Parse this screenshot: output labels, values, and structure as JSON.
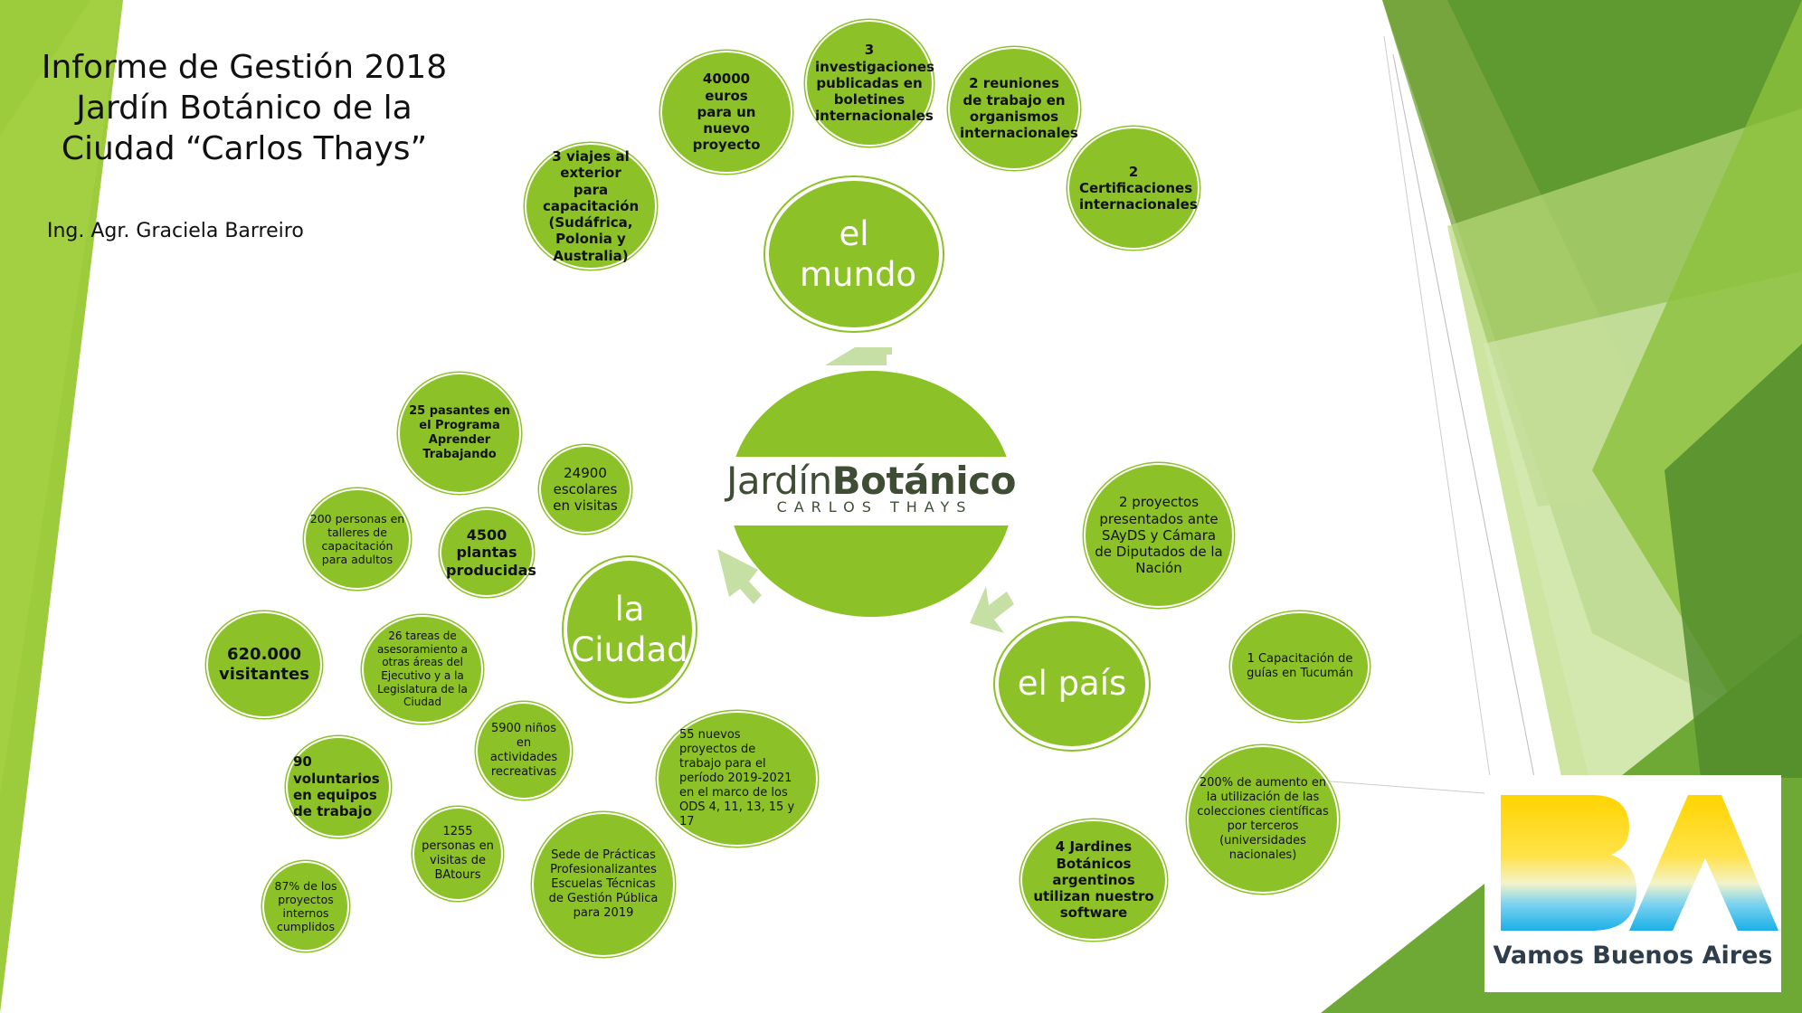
{
  "header": {
    "title_lines": [
      "Informe de Gestión 2018",
      "Jardín Botánico de la",
      "Ciudad “Carlos Thays”"
    ],
    "author": "Ing. Agr. Graciela Barreiro"
  },
  "center_logo": {
    "name_part1": "Jardín",
    "name_part2": "Botánico",
    "subtitle": "CARLOS THAYS"
  },
  "hubs": {
    "mundo": "el mundo",
    "ciudad": "la Ciudad",
    "pais": "el país"
  },
  "mundo_items": {
    "viajes": "3 viajes al exterior para capacitación (Sudáfrica, Polonia y Australia)",
    "euros": "40000 euros para un nuevo proyecto",
    "investigaciones": "3 investigaciones publicadas en boletines internacionales",
    "reuniones": "2 reuniones de trabajo en organismos internacionales",
    "certificaciones": "2 Certificaciones internacionales"
  },
  "ciudad_items": {
    "pasantes": "25 pasantes en el Programa Aprender Trabajando",
    "escolares": "24900 escolares en visitas",
    "talleres": "200 personas en talleres de capacitación para adultos",
    "plantas": "4500 plantas producidas",
    "visitantes": "620.000 visitantes",
    "tareas": "26 tareas de asesoramiento a otras áreas del Ejecutivo y a la Legislatura de la Ciudad",
    "ninos": "5900 niños en actividades recreativas",
    "proyectos55": "55 nuevos proyectos de trabajo para el período 2019-2021 en el marco de los ODS 4, 11, 13, 15 y 17",
    "voluntarios": "90 voluntarios en equipos de trabajo",
    "batours": "1255 personas en visitas de BAtours",
    "sede": "Sede de Prácticas Profesionalizantes Escuelas Técnicas de Gestión Pública para 2019",
    "internos": "87% de los proyectos internos cumplidos"
  },
  "pais_items": {
    "proyectos2": "2 proyectos presentados ante SAyDS y Cámara de Diputados de la Nación",
    "guias": "1 Capacitación de guías en Tucumán",
    "aumento": "200% de aumento en la utilización de las colecciones científicas por terceros (universidades nacionales)",
    "jardines": "4 Jardines Botánicos argentinos utilizan nuestro software"
  },
  "ba_logo": {
    "letters": "BA",
    "tagline": "Vamos Buenos Aires"
  },
  "colors": {
    "circle_fill": "#8cc127",
    "hub_text": "#ffffff",
    "arrow": "#c5dfa5",
    "shard_light": "#9ccb3b",
    "shard_dark": "#4f8a2b",
    "logo_text": "#2e3d4b"
  }
}
